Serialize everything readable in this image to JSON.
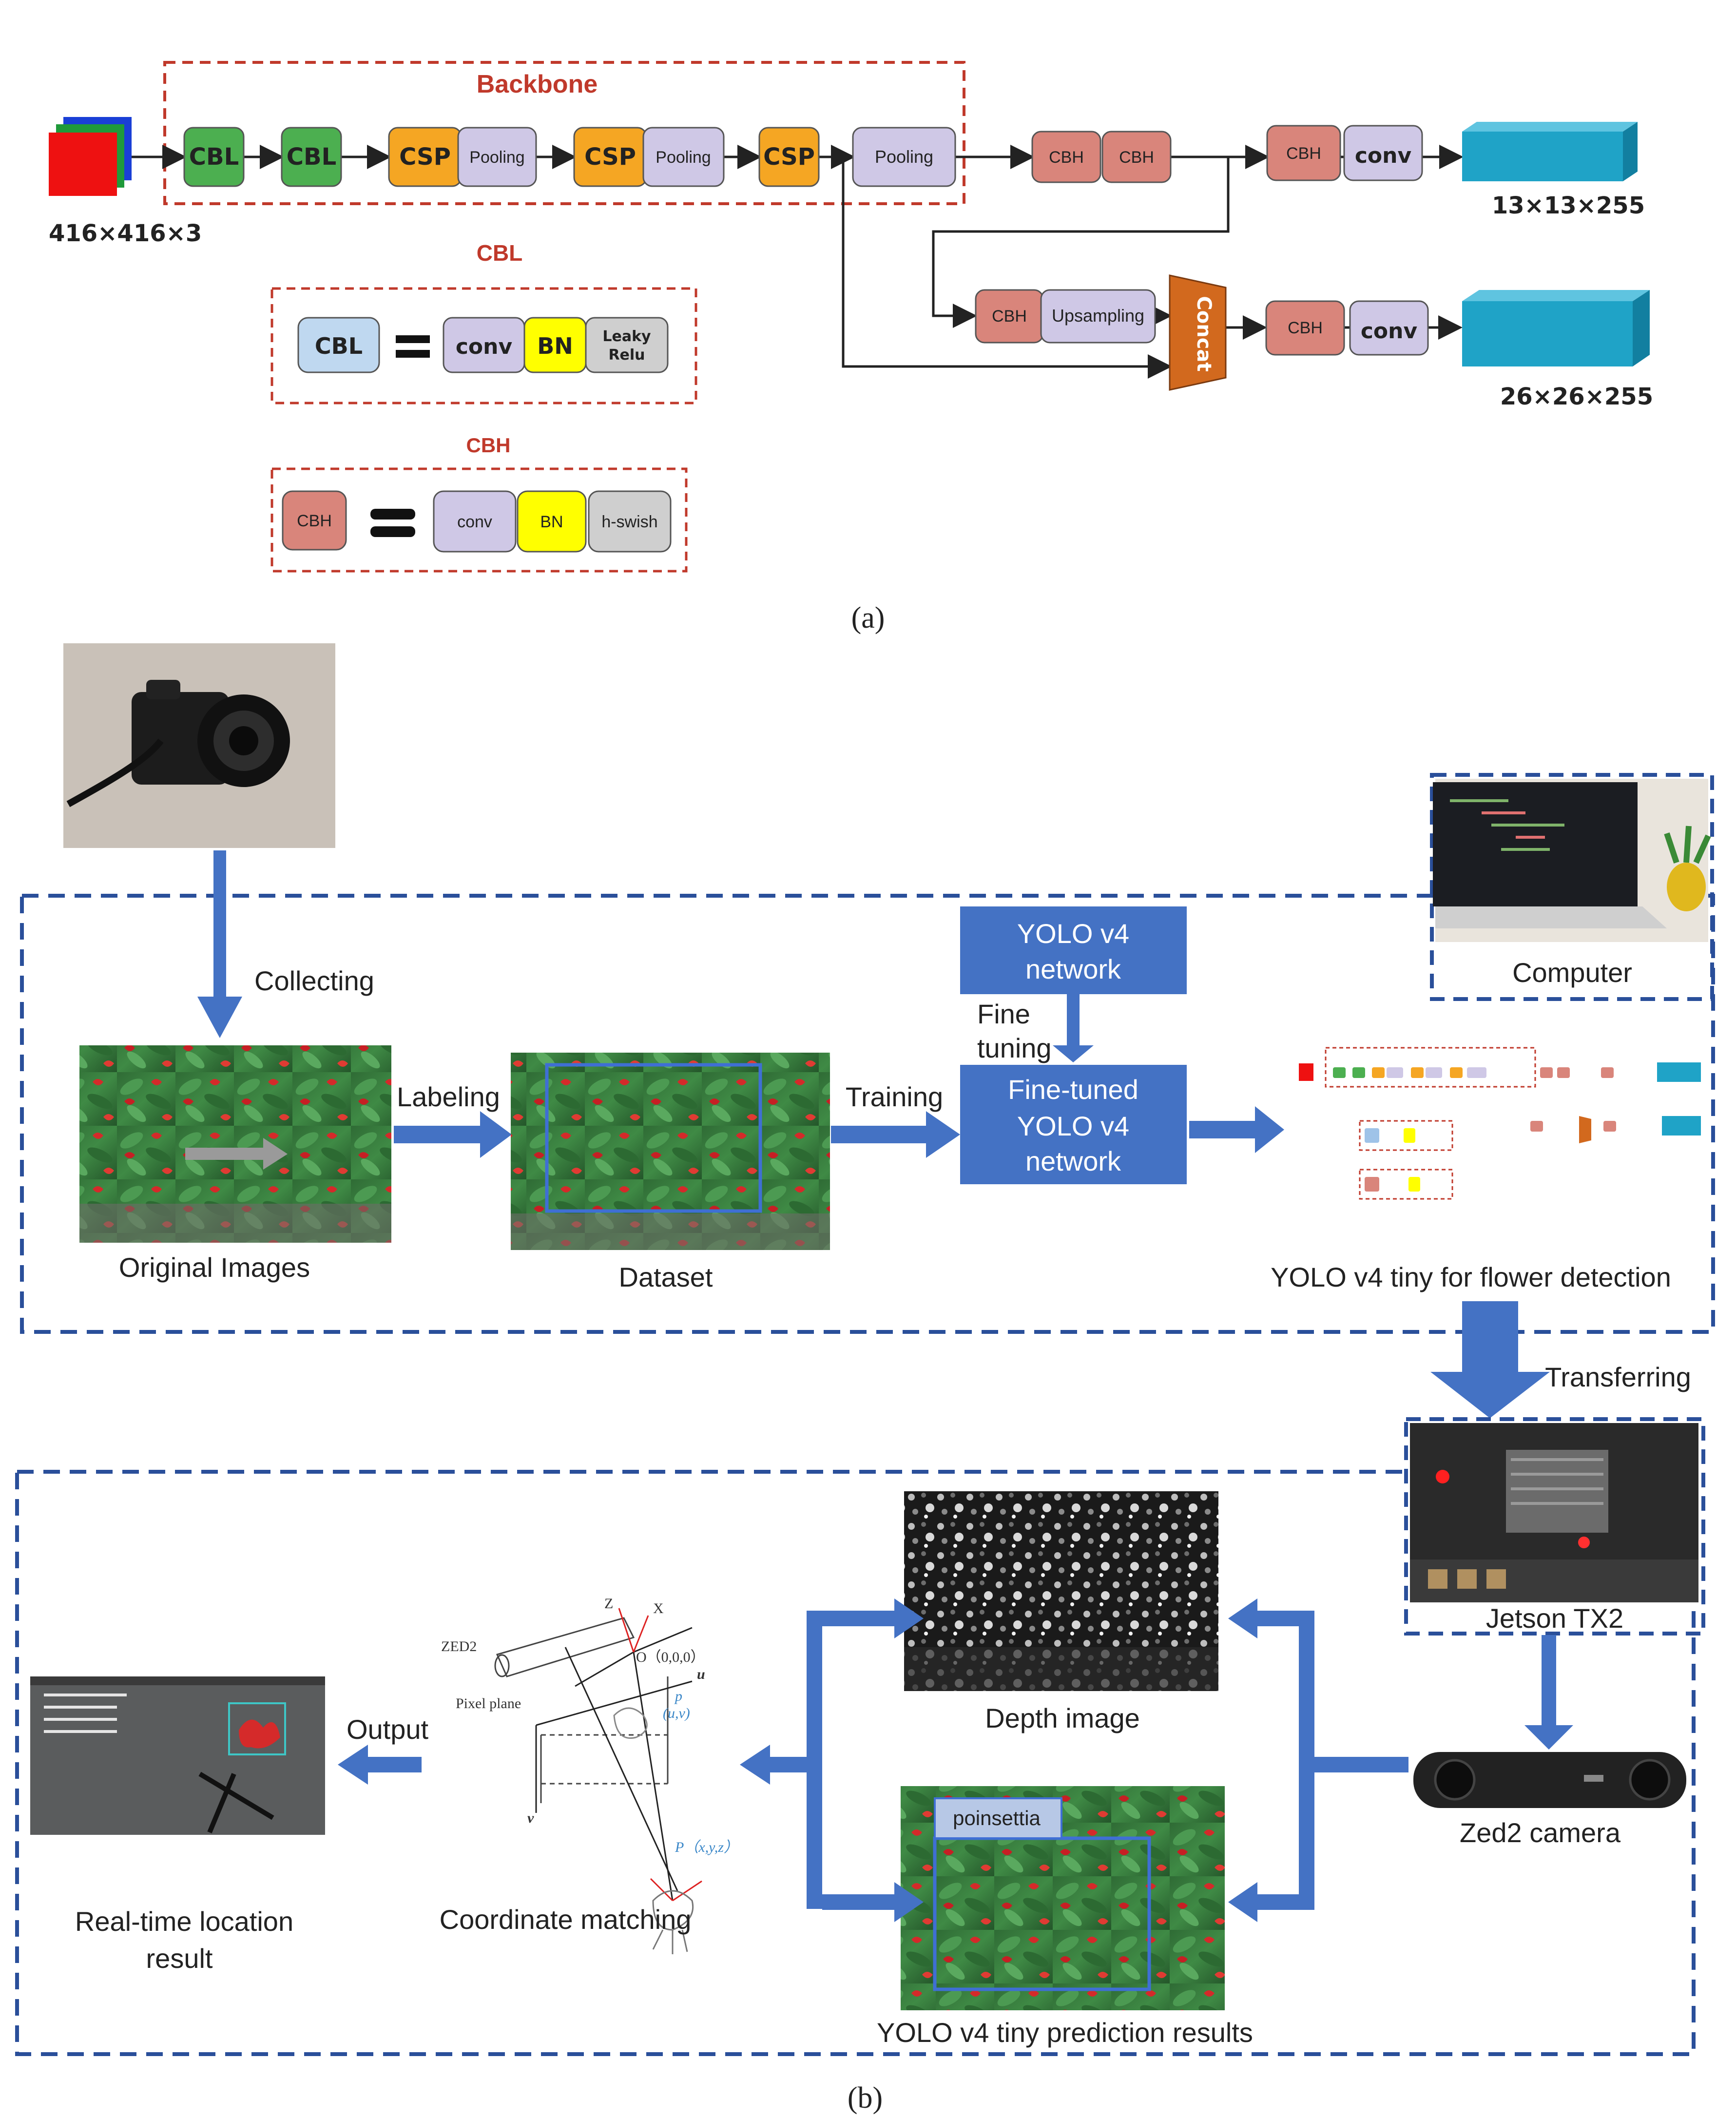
{
  "panel_a": {
    "backbone_title": "Backbone",
    "input_label": "416×416×3",
    "blocks": {
      "cbl1": "CBL",
      "cbl2": "CBL",
      "csp1": "CSP",
      "pool1": "Pooling",
      "csp2": "CSP",
      "pool2": "Pooling",
      "csp3": "CSP",
      "pool3": "Pooling",
      "cbh1": "CBH",
      "cbh2": "CBH",
      "cbh3": "CBH",
      "conv1": "conv",
      "cbh4": "CBH",
      "upsampling": "Upsampling",
      "concat": "Concat",
      "cbh5": "CBH",
      "conv2": "conv"
    },
    "output1": "13×13×255",
    "output2": "26×26×255",
    "cbl_legend": {
      "title": "CBL",
      "lhs": "CBL",
      "conv": "conv",
      "bn": "BN",
      "act_line1": "Leaky",
      "act_line2": "Relu"
    },
    "cbh_legend": {
      "title": "CBH",
      "lhs": "CBH",
      "conv": "conv",
      "bn": "BN",
      "act": "h-swish"
    },
    "caption": "(a)"
  },
  "panel_b": {
    "collecting": "Collecting",
    "labeling": "Labeling",
    "training": "Training",
    "fine_tuning_line1": "Fine",
    "fine_tuning_line2": "tuning",
    "yolo_network_line1": "YOLO v4",
    "yolo_network_line2": "network",
    "finetuned_line1": "Fine-tuned",
    "finetuned_line2": "YOLO v4",
    "finetuned_line3": "network",
    "original_images": "Original Images",
    "dataset": "Dataset",
    "yolo_tiny_label": "YOLO v4 tiny for flower detection",
    "computer": "Computer",
    "transferring": "Transferring",
    "jetson": "Jetson TX2",
    "zed2_camera": "Zed2 camera",
    "depth_image": "Depth image",
    "prediction_results": "YOLO v4 tiny prediction results",
    "poinsettia": "poinsettia",
    "coordinate_matching": "Coordinate matching",
    "output": "Output",
    "realtime_line1": "Real-time location",
    "realtime_line2": "result",
    "coord_labels": {
      "zed2": "ZED2",
      "pixel_plane": "Pixel plane",
      "o": "O（0,0,0）",
      "u": "u",
      "v": "v",
      "x_axis": "X",
      "z_axis": "Z",
      "p_small": "p",
      "p_uv": "(u,v)",
      "p_big": "P（x,y,z）"
    },
    "caption": "(b)"
  },
  "colors": {
    "accent_blue": "#4472C4",
    "backbone_red": "#C0392B",
    "cbl_green": "#4CAF50",
    "csp_orange": "#F5A623",
    "pool_lavender": "#CFC8E6",
    "cbh_pink": "#D9857B",
    "output_cyan": "#1FA3C7",
    "concat_orange": "#D2691E"
  }
}
